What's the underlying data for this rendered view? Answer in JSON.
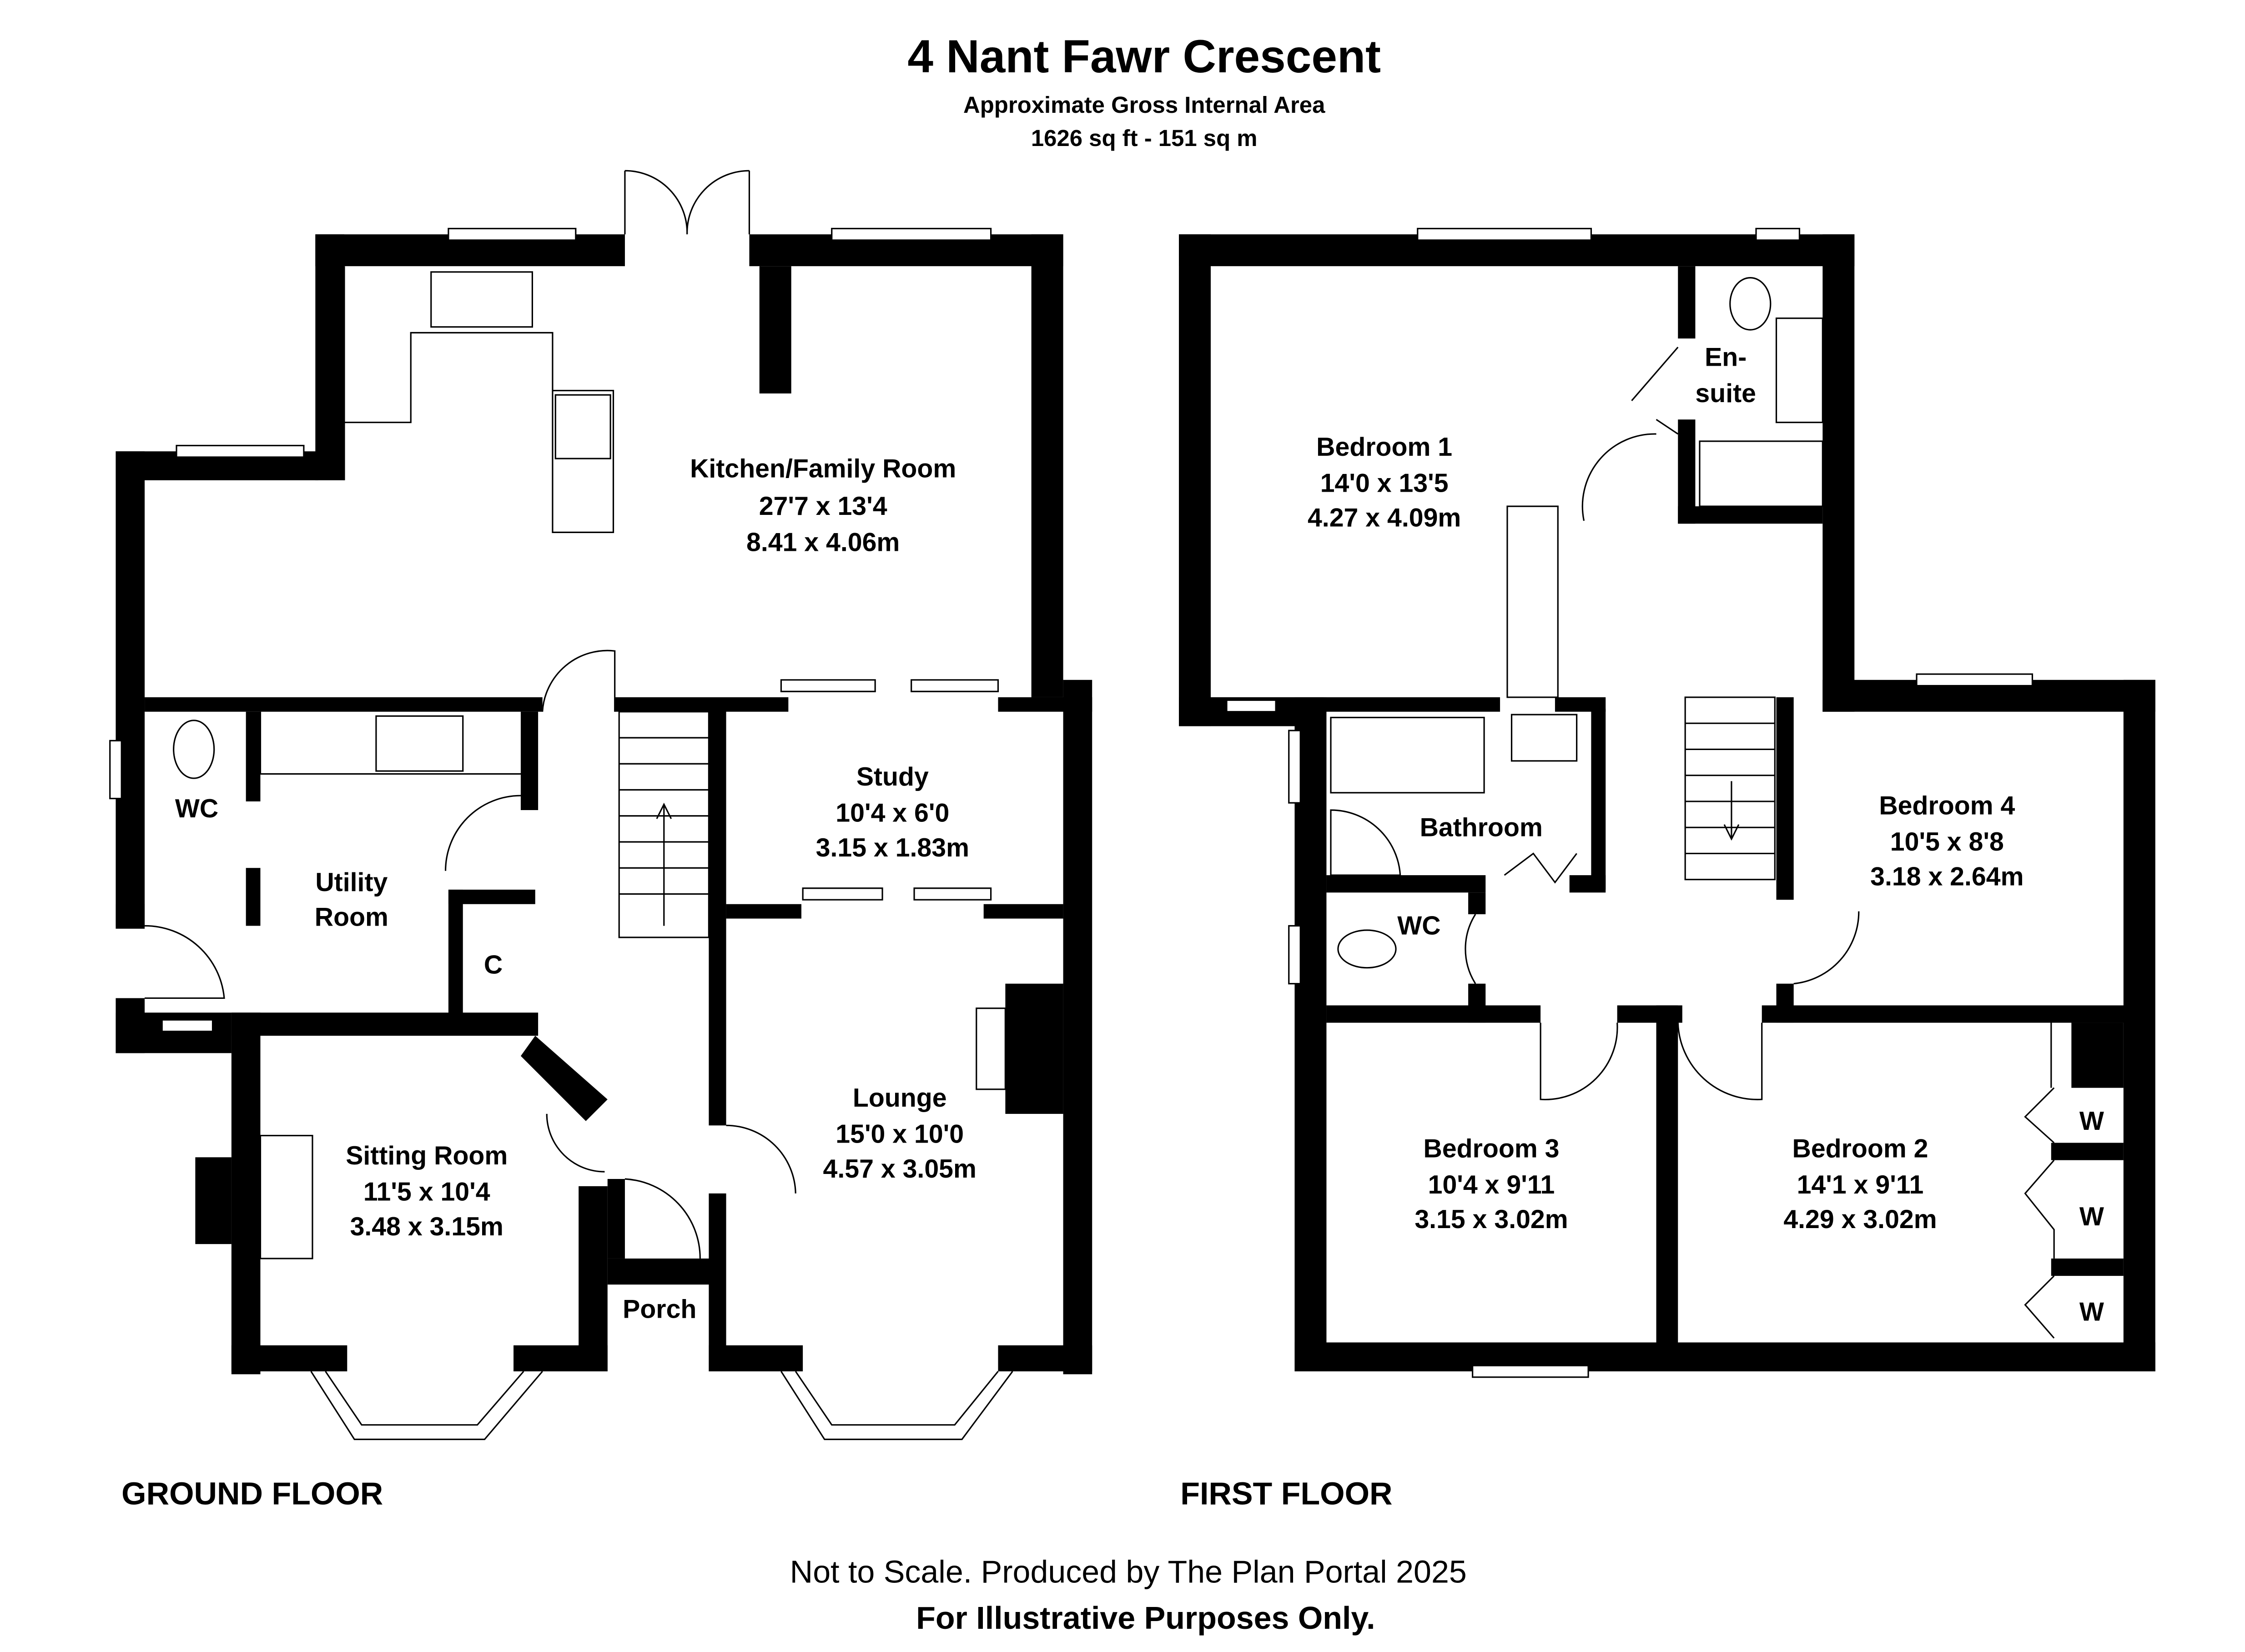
{
  "title": "4 Nant Fawr Crescent",
  "subtitle": "Approximate Gross Internal Area",
  "area": "1626 sq ft - 151 sq m",
  "ground_floor": {
    "label": "GROUND FLOOR",
    "rooms": [
      {
        "name": "Kitchen/Family Room",
        "imperial": "27'7 x 13'4",
        "metric": "8.41 x 4.06m"
      },
      {
        "name": "Study",
        "imperial": "10'4 x 6'0",
        "metric": "3.15 x 1.83m"
      },
      {
        "name": "Utility",
        "name2": "Room"
      },
      {
        "name": "WC"
      },
      {
        "name": "C"
      },
      {
        "name": "Sitting Room",
        "imperial": "11'5 x 10'4",
        "metric": "3.48 x 3.15m"
      },
      {
        "name": "Lounge",
        "imperial": "15'0 x 10'0",
        "metric": "4.57 x 3.05m"
      },
      {
        "name": "Porch"
      }
    ]
  },
  "first_floor": {
    "label": "FIRST FLOOR",
    "rooms": [
      {
        "name": "Bedroom 1",
        "imperial": "14'0 x 13'5",
        "metric": "4.27 x 4.09m"
      },
      {
        "name": "En-",
        "name2": "suite"
      },
      {
        "name": "Bathroom"
      },
      {
        "name": "WC"
      },
      {
        "name": "Bedroom 4",
        "imperial": "10'5 x 8'8",
        "metric": "3.18 x 2.64m"
      },
      {
        "name": "Bedroom 3",
        "imperial": "10'4 x 9'11",
        "metric": "3.15 x 3.02m"
      },
      {
        "name": "Bedroom 2",
        "imperial": "14'1 x 9'11",
        "metric": "4.29 x 3.02m"
      },
      {
        "name": "W"
      }
    ]
  },
  "footer": {
    "line1": "Not to Scale. Produced by The Plan Portal 2025",
    "line2": "For Illustrative Purposes Only."
  }
}
